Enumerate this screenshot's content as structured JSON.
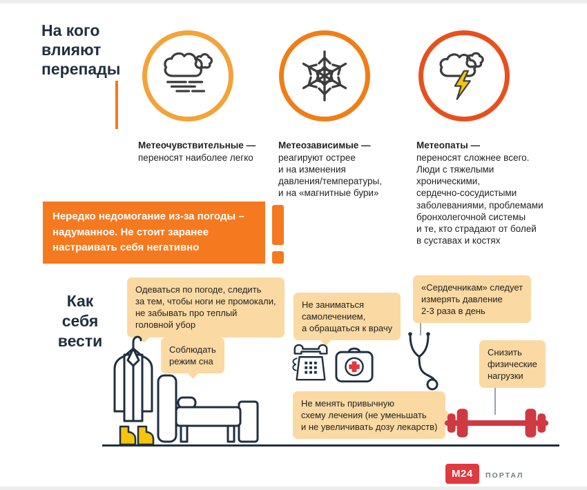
{
  "header": {
    "title": "На кого\nвлияют\nперепады"
  },
  "types": [
    {
      "icon": "fog-cloud-icon",
      "title": "Метеочувствительные —",
      "desc": "переносят наиболее легко"
    },
    {
      "icon": "snowflake-icon",
      "title": "Метеозависимые —",
      "desc": "реагируют острее\nи на изменения\nдавления/температуры,\nи на «магнитные бури»"
    },
    {
      "icon": "storm-cloud-lightning-icon",
      "title": "Метеопаты —",
      "desc": "переносят сложнее всего.\nЛюди с тяжелыми хроническими,\nсердечно-сосудистыми\nзаболеваниями, проблемами\nбронхолегочной системы\nи те, кто страдают от болей\nв суставах и костях"
    }
  ],
  "banner": {
    "text": "Нередко недомогание из-за погоды –\nнадуманное. Не стоит заранее\nнастраивать себя негативно"
  },
  "advice": {
    "title": "Как\nсебя\nвести",
    "tips": [
      {
        "text": "Одеваться по погоде, следить\nза тем, чтобы ноги не промокали,\nне забывать про теплый\nголовной убор"
      },
      {
        "text": "Соблюдать\nрежим сна"
      },
      {
        "text": "Не заниматься\nсамолечением,\nа обращаться к врачу"
      },
      {
        "text": "«Сердечникам» следует\nизмерять давление\n2-3 раза в день"
      },
      {
        "text": "Снизить\nфизические\nнагрузки"
      },
      {
        "text": "Не менять привычную\nсхему лечения (не уменьшать\nи не увеличивать дозу лекарств)"
      }
    ]
  },
  "footer": {
    "logo": "М24",
    "caption": "ПОРТАЛ"
  },
  "colors": {
    "accent_orange": "#f5791f",
    "bubble": "#fbd9a3",
    "navy": "#1f2f3f",
    "red": "#cf3942",
    "logo_red": "#e03a3e",
    "yellow": "#f6c40a",
    "ring1": "#f3a33a",
    "ring2": "#ef7e18",
    "ring3": "#e7501e"
  }
}
